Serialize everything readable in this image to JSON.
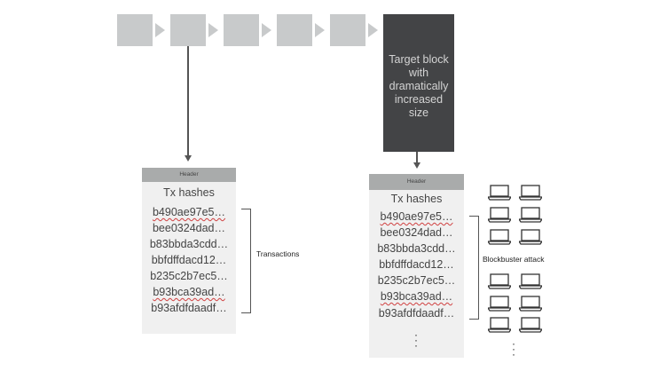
{
  "target_block": {
    "lines": [
      "Target block",
      "with",
      "dramatically",
      "increased",
      "size"
    ]
  },
  "left_block": {
    "header": "Header",
    "title": "Tx hashes",
    "hashes": [
      "b490ae97e5…",
      "bee0324dad…",
      "b83bbda3cdd…",
      "bbfdffdacd12…",
      "b235c2b7ec5…",
      "b93bca39ad…",
      "b93afdfdaadf…"
    ]
  },
  "right_block": {
    "header": "Header",
    "title": "Tx hashes",
    "hashes": [
      "b490ae97e5…",
      "bee0324dad…",
      "b83bbda3cdd…",
      "bbfdffdacd12…",
      "b235c2b7ec5…",
      "b93bca39ad…",
      "b93afdfdaadf…"
    ]
  },
  "labels": {
    "transactions": "Transactions",
    "attack": "Blockbuster attack"
  },
  "icons": {
    "laptop": "laptop-icon"
  },
  "colors": {
    "chain_block": "#c8cacb",
    "target_block": "#434446",
    "panel": "#f0f0f0",
    "panel_header": "#a9abab"
  }
}
